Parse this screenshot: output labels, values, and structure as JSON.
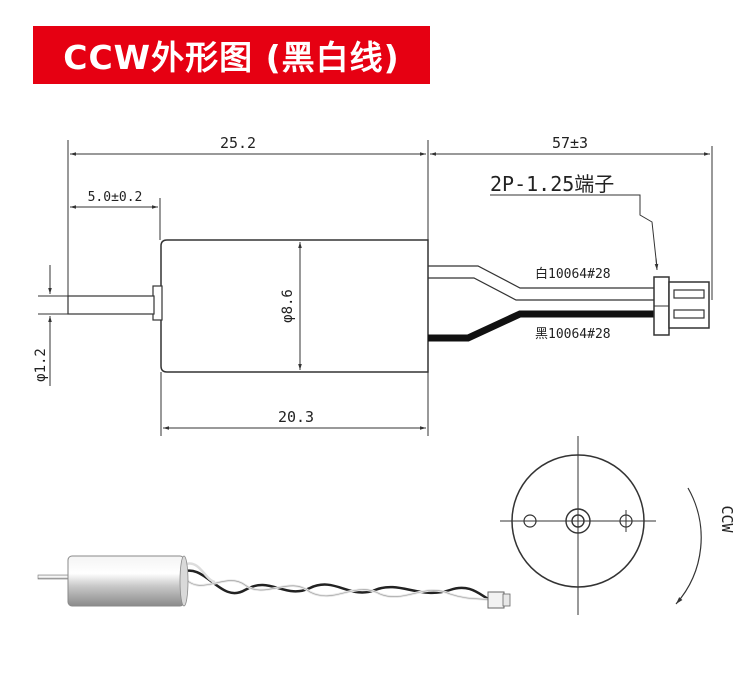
{
  "title": "CCW外形图 (黑白线)",
  "dimensions": {
    "total_length": "25.2",
    "lead_length": "57±3",
    "shaft_length": "5.0±0.2",
    "body_length": "20.3",
    "body_diameter": "φ8.6",
    "shaft_diameter": "φ1.2"
  },
  "labels": {
    "connector": "2P-1.25端子",
    "white_wire": "白10064#28",
    "black_wire": "黑10064#28",
    "rotation": "CCW"
  },
  "colors": {
    "title_bg": "#e60012",
    "title_text": "#ffffff",
    "line": "#333333",
    "black_wire": "#111111"
  }
}
